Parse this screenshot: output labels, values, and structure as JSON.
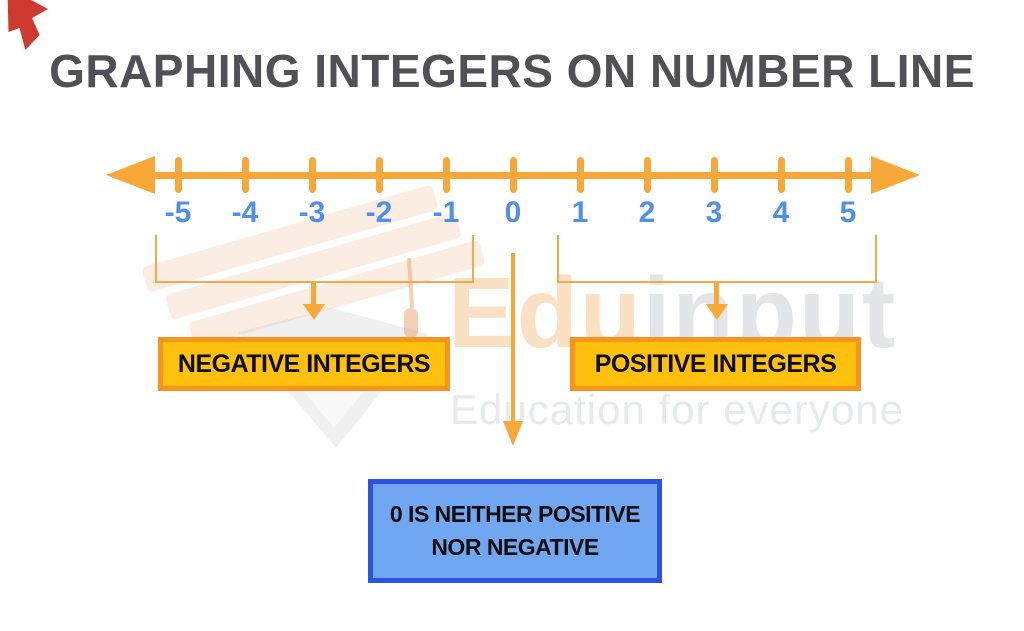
{
  "page": {
    "title": "GRAPHING INTEGERS ON NUMBER LINE",
    "background": "#FFFFFF"
  },
  "number_line": {
    "labels": [
      "-5",
      "-4",
      "-3",
      "-2",
      "-1",
      "0",
      "1",
      "2",
      "3",
      "4",
      "5"
    ],
    "min": -5,
    "max": 5,
    "line_color": "#F7A838",
    "label_color": "#5190E8"
  },
  "annotations": {
    "negative": {
      "label": "NEGATIVE INTEGERS",
      "covers": [
        "-5",
        "-4",
        "-3",
        "-2",
        "-1"
      ],
      "box_fill": "#FFC10E",
      "box_border": "#F7941D"
    },
    "positive": {
      "label": "POSITIVE INTEGERS",
      "covers": [
        "1",
        "2",
        "3",
        "4",
        "5"
      ],
      "box_fill": "#FFC10E",
      "box_border": "#F7941D"
    },
    "zero": {
      "line1": "0 IS NEITHER POSITIVE",
      "line2": "NOR NEGATIVE",
      "box_fill": "#71A7F1",
      "box_border": "#2B53DB"
    }
  },
  "watermark": {
    "brand_left": "Edu",
    "brand_right": "input",
    "tagline": "Education for everyone"
  },
  "colors": {
    "title_text": "#515155",
    "accent_orange": "#F7A838",
    "label_blue": "#5190E8",
    "corner_red": "#CE3A2F",
    "box_text": "#0D0D0D"
  }
}
